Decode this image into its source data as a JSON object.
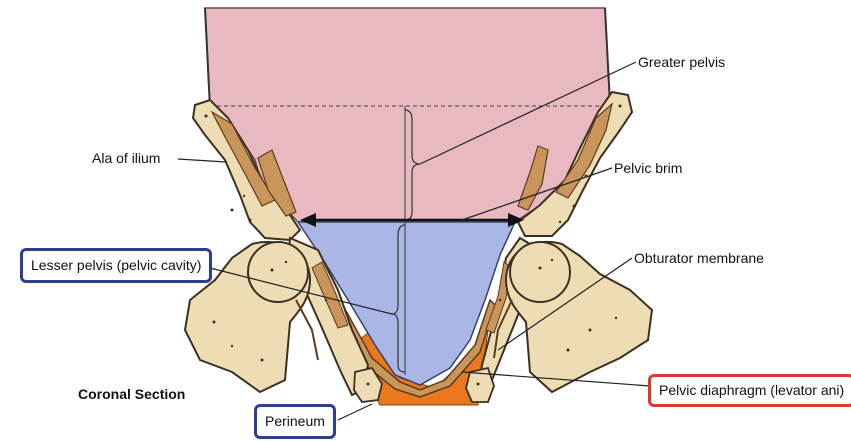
{
  "labels": {
    "greater_pelvis": "Greater pelvis",
    "pelvic_brim": "Pelvic brim",
    "ala_of_ilium": "Ala of ilium",
    "obturator_membrane": "Obturator membrane",
    "lesser_pelvis": "Lesser pelvis (pelvic cavity)",
    "coronal_section": "Coronal Section",
    "pelvic_diaphragm": "Pelvic diaphragm (levator ani)",
    "perineum": "Perineum"
  },
  "colors": {
    "greater_pelvis_region": "#e9b9c1",
    "lesser_pelvis_region": "#a9b6e6",
    "perineum_region": "#e9781e",
    "bone": "#eedcb4",
    "muscle": "#c9955a",
    "highlight_box_blue": "#2c3e8f",
    "highlight_box_red": "#e0362c"
  }
}
